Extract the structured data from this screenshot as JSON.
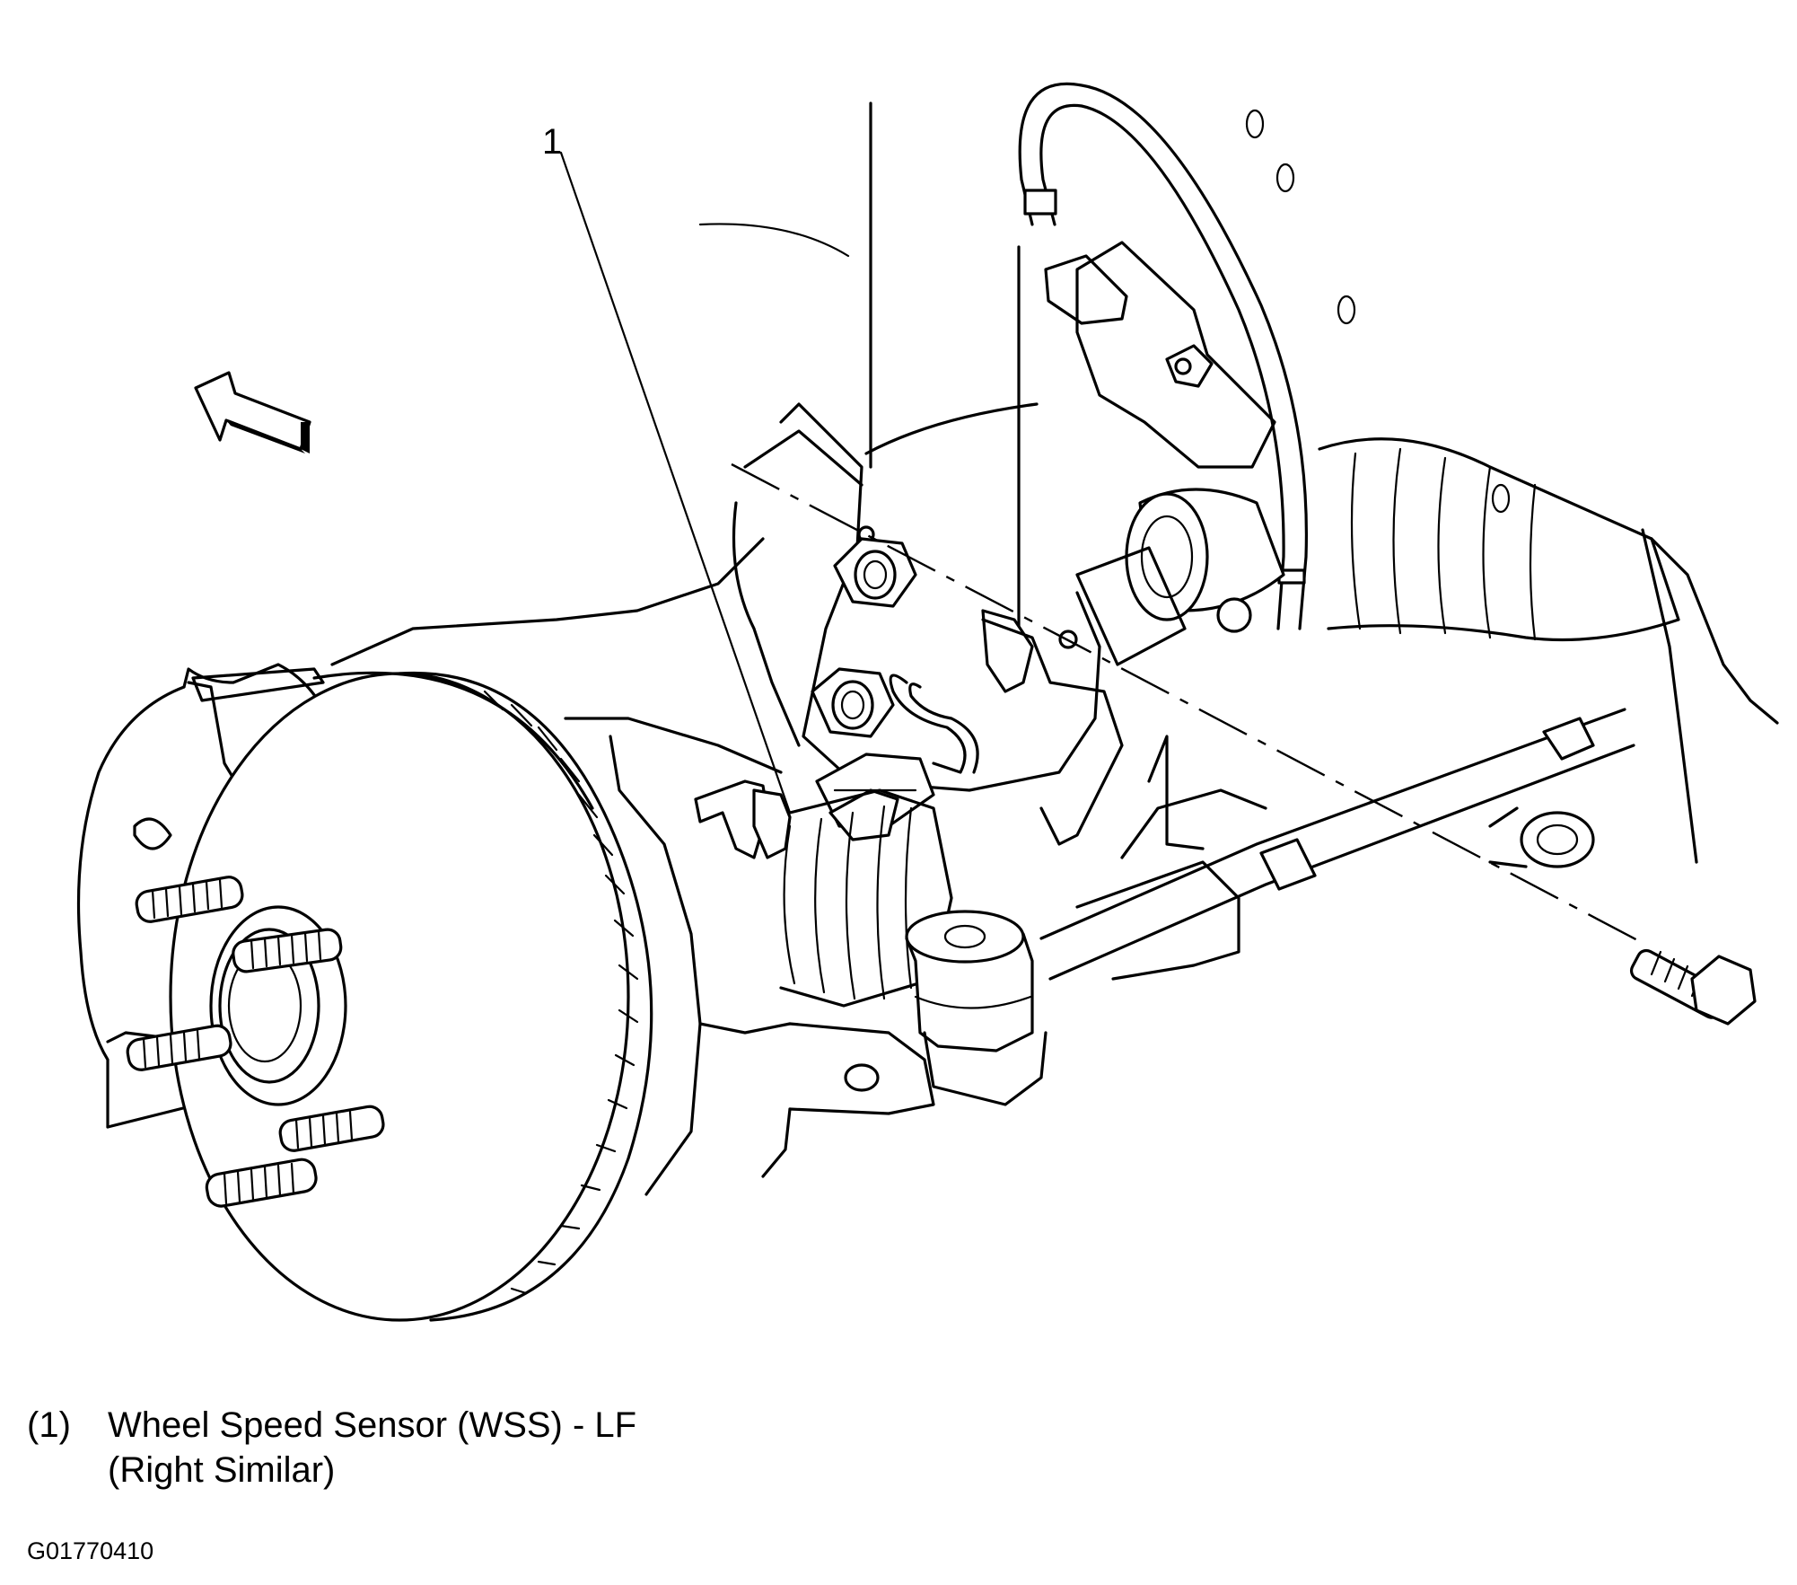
{
  "callouts": [
    {
      "number": "1",
      "label": "Wheel Speed Sensor (WSS) - LF",
      "note": "(Right Similar)"
    }
  ],
  "legend": {
    "item_number": "(1)",
    "item_label": "Wheel Speed Sensor (WSS) - LF",
    "item_note": "(Right Similar)"
  },
  "figure_code": "G01770410"
}
